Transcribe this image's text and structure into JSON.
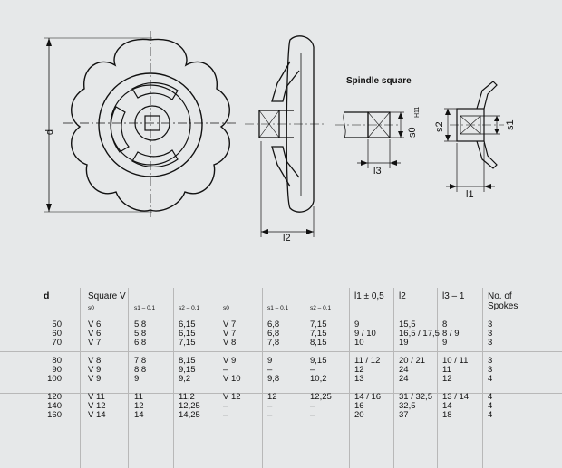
{
  "drawing": {
    "spindle_title": "Spindle square",
    "dim_d": "d",
    "dim_l2": "l2",
    "dim_l3": "l3",
    "dim_l1": "l1",
    "dim_s0": "s0",
    "dim_s0_tol": "H11",
    "dim_s2": "s2",
    "dim_s1": "s1"
  },
  "table": {
    "headers": {
      "d": "d",
      "square": "Square V",
      "s0": "s0",
      "s1": "s1 – 0,1",
      "s2": "s2 – 0,1",
      "s0b": "s0",
      "s1b": "s1 – 0,1",
      "s2b": "s2 – 0,1",
      "l1": "l1 ± 0,5",
      "l2": "l2",
      "l3": "l3 – 1",
      "spokes": "No. of Spokes"
    },
    "rows": [
      [
        "50",
        "V  6",
        "5,8",
        "6,15",
        "V  7",
        "6,8",
        "7,15",
        "9",
        "15,5",
        "8",
        "3"
      ],
      [
        "60",
        "V  6",
        "5,8",
        "6,15",
        "V  7",
        "6,8",
        "7,15",
        "9 / 10",
        "16,5 / 17,5",
        "8 / 9",
        "3"
      ],
      [
        "70",
        "V  7",
        "6,8",
        "7,15",
        "V  8",
        "7,8",
        "8,15",
        "10",
        "19",
        "9",
        "3"
      ],
      [
        "80",
        "V  8",
        "7,8",
        "8,15",
        "V  9",
        "9",
        "9,15",
        "11 / 12",
        "20 / 21",
        "10 / 11",
        "3"
      ],
      [
        "90",
        "V  9",
        "8,8",
        "9,15",
        "–",
        "–",
        "–",
        "12",
        "24",
        "11",
        "3"
      ],
      [
        "100",
        "V  9",
        "9",
        "9,2",
        "V 10",
        "9,8",
        "10,2",
        "13",
        "24",
        "12",
        "4"
      ],
      [
        "120",
        "V 11",
        "11",
        "11,2",
        "V 12",
        "12",
        "12,25",
        "14 / 16",
        "31 / 32,5",
        "13 / 14",
        "4"
      ],
      [
        "140",
        "V 12",
        "12",
        "12,25",
        "–",
        "–",
        "–",
        "16",
        "32,5",
        "14",
        "4"
      ],
      [
        "160",
        "V 14",
        "14",
        "14,25",
        "–",
        "–",
        "–",
        "20",
        "37",
        "18",
        "4"
      ]
    ]
  }
}
